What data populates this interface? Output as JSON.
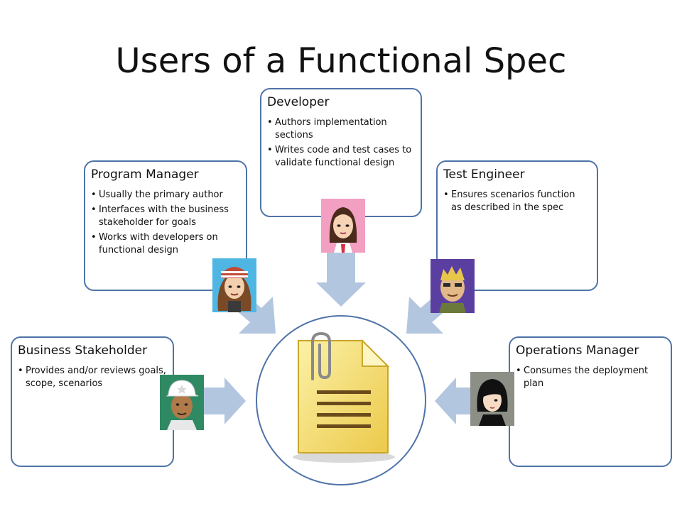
{
  "slide": {
    "title": "Users of a Functional Spec"
  },
  "roles": {
    "developer": {
      "title": "Developer",
      "bullets": [
        "Authors implementation sections",
        "Writes code and test cases to validate functional design"
      ]
    },
    "program_manager": {
      "title": "Program Manager",
      "bullets": [
        "Usually the primary author",
        "Interfaces with the business stakeholder for goals",
        "Works with developers on functional design"
      ]
    },
    "test_engineer": {
      "title": "Test Engineer",
      "bullets": [
        "Ensures scenarios function as described in the spec"
      ]
    },
    "business_stakeholder": {
      "title": "Business Stakeholder",
      "bullets": [
        "Provides and/or reviews goals, scope, scenarios"
      ]
    },
    "operations_manager": {
      "title": "Operations Manager",
      "bullets": [
        "Consumes the deployment plan"
      ]
    }
  },
  "colors": {
    "box_border": "#4f73a8",
    "arrow": "#b3c6e0",
    "document": "#f5e27a"
  },
  "icons": [
    "document-paperclip-icon",
    "avatar-icon"
  ]
}
